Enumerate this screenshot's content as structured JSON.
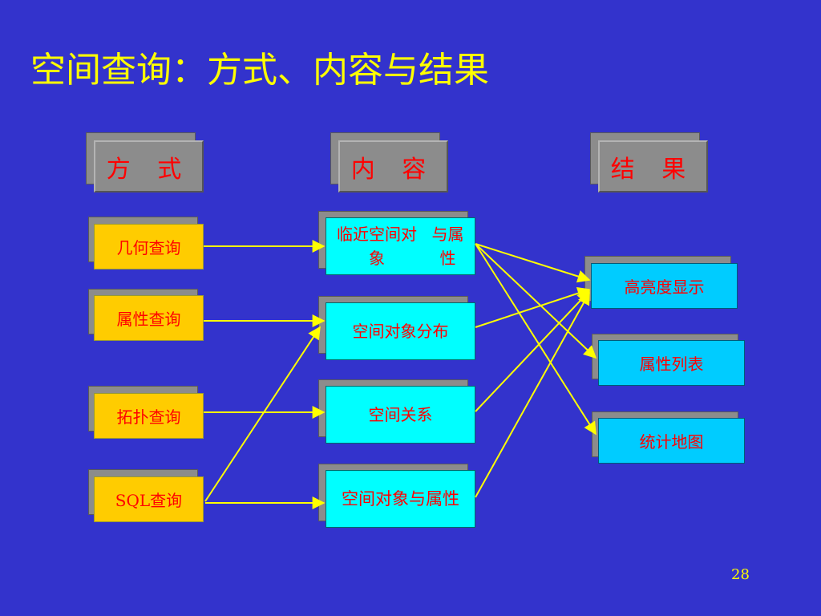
{
  "title": "空间查询：方式、内容与结果",
  "headers": {
    "method": "方 式",
    "content": "内 容",
    "result": "结 果"
  },
  "methods": [
    "几何查询",
    "属性查询",
    "拓扑查询",
    "SQL查询"
  ],
  "contents": [
    "临近空间对象\n与属性",
    "空间对象分布",
    "空间关系",
    "空间对象与属性"
  ],
  "results": [
    "高亮度显示",
    "属性列表",
    "统计地图"
  ],
  "connections": [
    {
      "from": "几何查询",
      "to": "临近空间对象与属性"
    },
    {
      "from": "属性查询",
      "to": "空间对象分布"
    },
    {
      "from": "拓扑查询",
      "to": "空间关系"
    },
    {
      "from": "SQL查询",
      "to": "空间对象分布"
    },
    {
      "from": "SQL查询",
      "to": "空间对象与属性"
    },
    {
      "from": "临近空间对象与属性",
      "to": "高亮度显示"
    },
    {
      "from": "临近空间对象与属性",
      "to": "属性列表"
    },
    {
      "from": "临近空间对象与属性",
      "to": "统计地图"
    },
    {
      "from": "空间对象分布",
      "to": "高亮度显示"
    },
    {
      "from": "空间关系",
      "to": "高亮度显示"
    },
    {
      "from": "空间对象与属性",
      "to": "高亮度显示"
    }
  ],
  "page_number": "28",
  "colors": {
    "background": "#3333cc",
    "title": "#ffff00",
    "label_text": "#ff0000",
    "method_fill": "#ffcc00",
    "content_fill": "#00ffff",
    "result_fill": "#00ccff",
    "header_fill": "#8c8c8c",
    "arrow": "#ffff00"
  }
}
